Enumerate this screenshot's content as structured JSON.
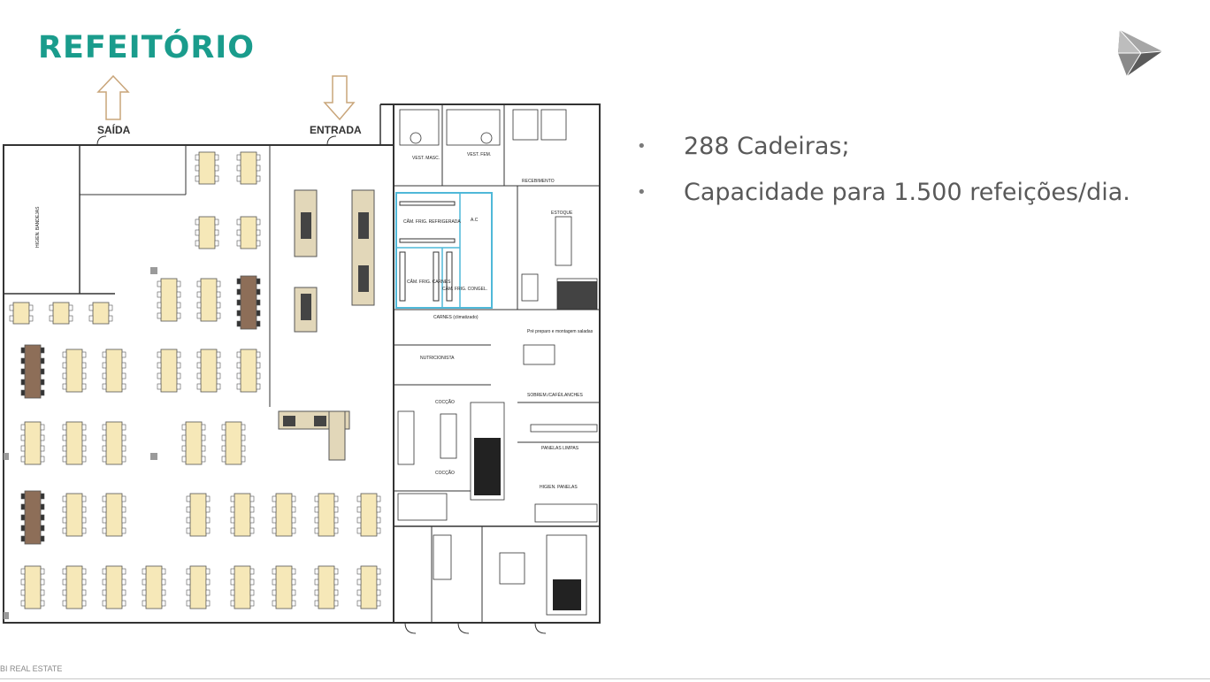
{
  "title": "REFEITÓRIO",
  "bullets": [
    "288 Cadeiras;",
    "Capacidade para 1.500 refeições/dia."
  ],
  "footer": "BI REAL ESTATE",
  "plan": {
    "exit_label": "SAÍDA",
    "entry_label": "ENTRADA",
    "rooms": {
      "vest_masc": "VEST. MASC.",
      "vest_fem": "VEST. FEM.",
      "recebimento": "RECEBIMENTO",
      "estoque": "ESTOQUE",
      "cam_frig_refrigerada": "CÂM. FRIG. REFRIGERADA",
      "ac": "A.C",
      "cam_frig_carnes": "CÂM. FRIG. CARNES",
      "cam_frig_congel": "CÂM. FRIG. CONGEL.",
      "carnes": "CARNES (climatizado)",
      "nutricionista": "NUTRICIONISTA",
      "pre_preparo": "Pré preparo e montagem saladas",
      "sobremesa": "SOBREM./CAFÉ/LANCHES",
      "coccao_1": "COCÇÃO",
      "coccao_2": "COCÇÃO",
      "panelas_limpas": "PANELAS LIMPAS",
      "higien_panelas": "HIGIEN. PANELAS",
      "higien_bandejas": "HIGIEN. BANDEJAS"
    }
  },
  "colors": {
    "title": "#1a9c8c",
    "table_fill": "#f6e8b8",
    "dark_table": "#8d6e58",
    "cold_room": "#4fb8d8",
    "arrow": "#c9a57a"
  }
}
